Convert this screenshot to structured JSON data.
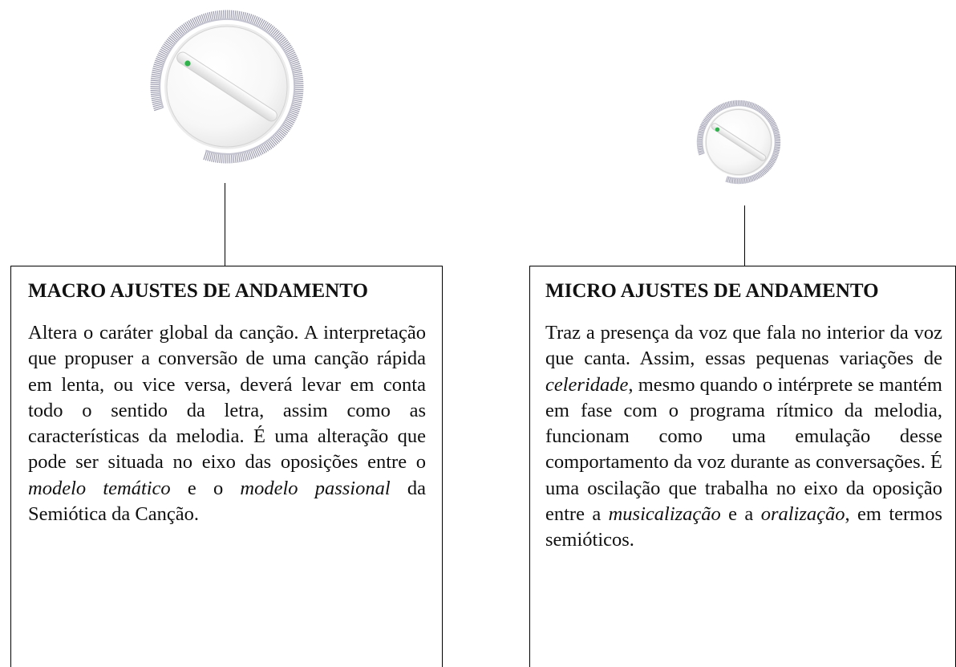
{
  "knobs": {
    "macro": {
      "icon": "tempo-knob-icon",
      "ring_color": "#9d9db0",
      "indicator_color": "#2db34a"
    },
    "micro": {
      "icon": "tempo-knob-icon",
      "ring_color": "#9d9db0",
      "indicator_color": "#2db34a"
    }
  },
  "macro": {
    "title": "MACRO AJUSTES DE ANDAMENTO",
    "body": [
      "Altera o caráter global da canção. A interpretação que propuser a conversão de uma canção rápida em lenta, ou vice versa, deverá levar em conta todo o sentido da letra, assim como as características da melodia. É uma alteração que pode ser situada no eixo das oposições entre o ",
      "modelo temático",
      " e o ",
      "modelo passional",
      " da Semiótica da Canção."
    ]
  },
  "micro": {
    "title": "MICRO AJUSTES DE ANDAMENTO",
    "body": [
      "Traz a presença da voz que fala no interior da voz que canta. Assim, essas pequenas variações de ",
      "celeridade",
      ", mesmo quando o intérprete se mantém em fase com o programa rítmico da melodia, funcionam como uma emulação desse comportamento da voz durante as conversações. É uma oscilação que trabalha no eixo da oposição entre a ",
      "musicalização",
      " e a ",
      "oralização",
      ", em termos semióticos."
    ]
  }
}
